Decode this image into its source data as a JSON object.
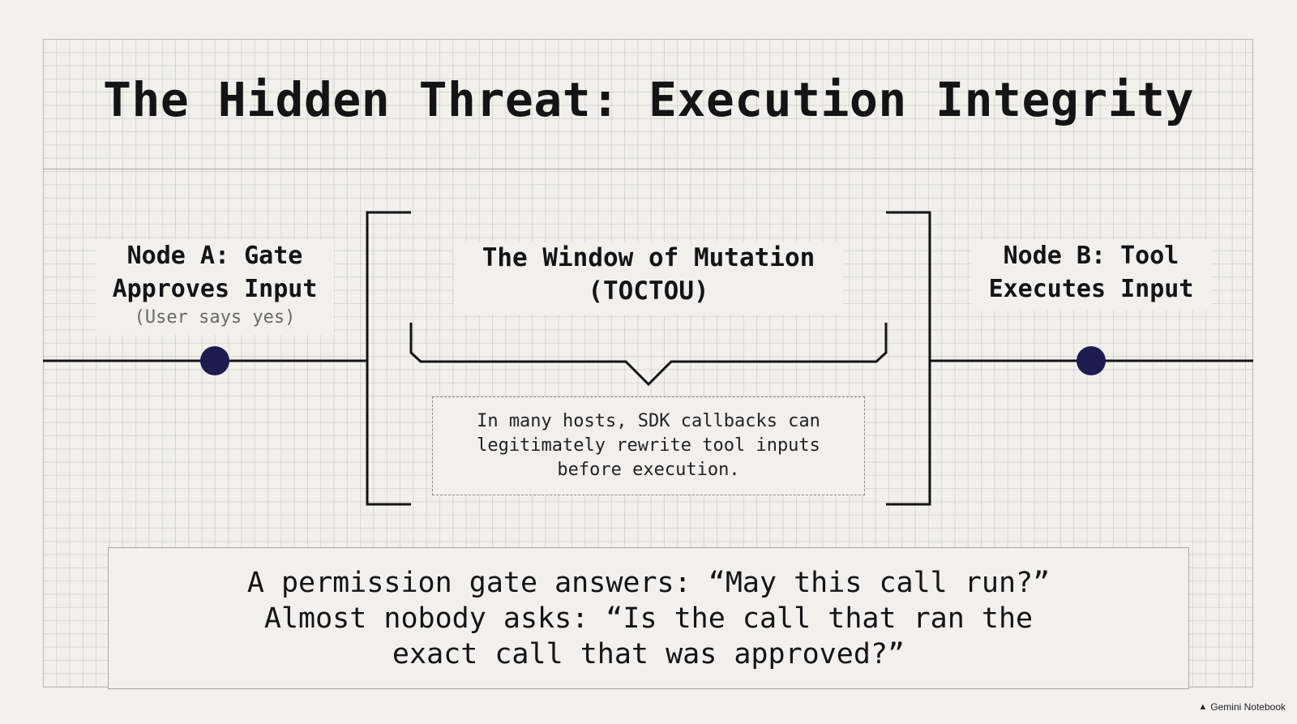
{
  "title": "The Hidden Threat: Execution Integrity",
  "node_a": {
    "label": "Node A: Gate Approves Input",
    "sub": "(User says yes)"
  },
  "window": {
    "label": "The Window of Mutation (TOCTOU)",
    "note": "In many hosts, SDK callbacks can legitimately rewrite tool inputs before execution."
  },
  "node_b": {
    "label": "Node B: Tool Executes Input"
  },
  "quote": {
    "line1": "A permission gate answers: “May this call run?”",
    "line2": "Almost nobody asks: “Is the call that ran the exact call that was approved?”"
  },
  "brand": {
    "name": "Gemini Notebook",
    "icon": "notebook-logo-icon"
  },
  "colors": {
    "node_dot": "#1e1b4f",
    "line": "#141414",
    "background": "#f2f1ec"
  }
}
